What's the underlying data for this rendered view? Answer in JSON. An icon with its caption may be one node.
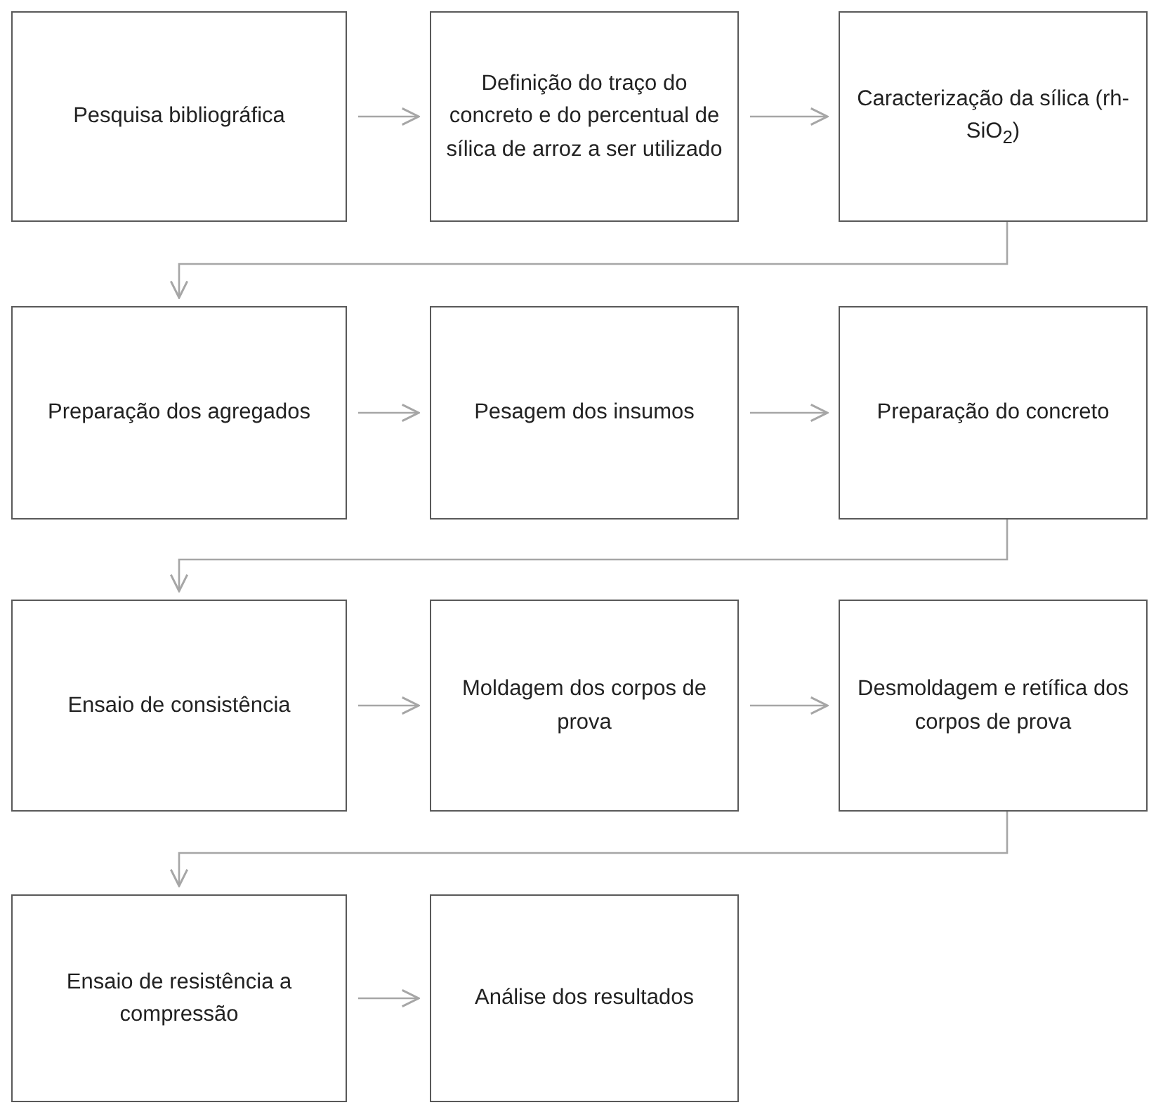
{
  "diagram": {
    "nodes": [
      {
        "text": [
          "Pesquisa bibliográfica"
        ]
      },
      {
        "text": [
          "Definição do traço do concreto e do percentual de sílica de arroz a ser utilizado"
        ]
      },
      {
        "text": [
          "Caracterização da sílica (rh-SiO$_{2}$)"
        ]
      },
      {
        "text": [
          "Preparação dos agregados"
        ]
      },
      {
        "text": [
          "Pesagem dos insumos"
        ]
      },
      {
        "text": [
          "Preparação do concreto"
        ]
      },
      {
        "text": [
          "Ensaio de consistência"
        ]
      },
      {
        "text": [
          "Moldagem dos corpos de prova"
        ]
      },
      {
        "text": [
          "Desmoldagem e retífica dos corpos de prova"
        ]
      },
      {
        "text": [
          "Ensaio de resistência a compressão"
        ]
      },
      {
        "text": [
          "Análise dos resultados"
        ]
      }
    ],
    "edges": [
      {
        "from": 0,
        "to": 1,
        "arrow": "to"
      },
      {
        "from": 1,
        "to": 2,
        "arrow": "to"
      },
      {
        "from": 2,
        "to": 3,
        "arrow": "to"
      },
      {
        "from": 3,
        "to": 4,
        "arrow": "to"
      },
      {
        "from": 4,
        "to": 5,
        "arrow": "to"
      },
      {
        "from": 5,
        "to": 6,
        "arrow": "to"
      },
      {
        "from": 6,
        "to": 7,
        "arrow": "to"
      },
      {
        "from": 7,
        "to": 8,
        "arrow": "to"
      },
      {
        "from": 8,
        "to": 9,
        "arrow": "to"
      },
      {
        "from": 9,
        "to": 10,
        "arrow": "to"
      }
    ]
  }
}
